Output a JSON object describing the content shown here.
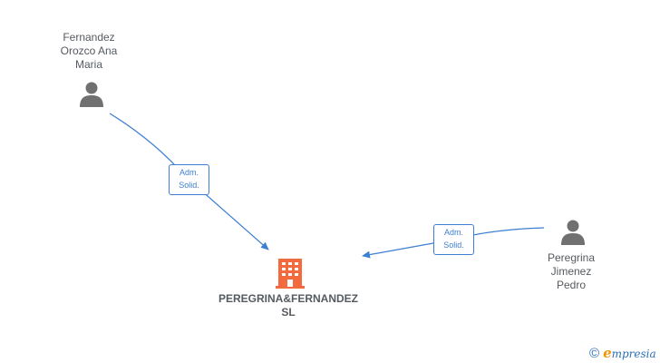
{
  "nodes": {
    "person_1": {
      "name": "Fernandez\nOrozco Ana\nMaria"
    },
    "person_2": {
      "name": "Peregrina\nJimenez\nPedro"
    },
    "company": {
      "name": "PEREGRINA&FERNANDEZ\nSL"
    }
  },
  "edges": [
    {
      "label": "Adm.\nSolid."
    },
    {
      "label": "Adm.\nSolid."
    }
  ],
  "footer": {
    "copyright_symbol": "©",
    "brand_first": "e",
    "brand_rest": "mpresia"
  },
  "colors": {
    "edge": "#3d7fd0",
    "person_icon": "#707070",
    "company_icon": "#f26a3d",
    "brand_blue": "#2a6fb5",
    "brand_orange": "#f29400"
  },
  "icons": {
    "person": "person-icon",
    "company": "building-icon"
  }
}
